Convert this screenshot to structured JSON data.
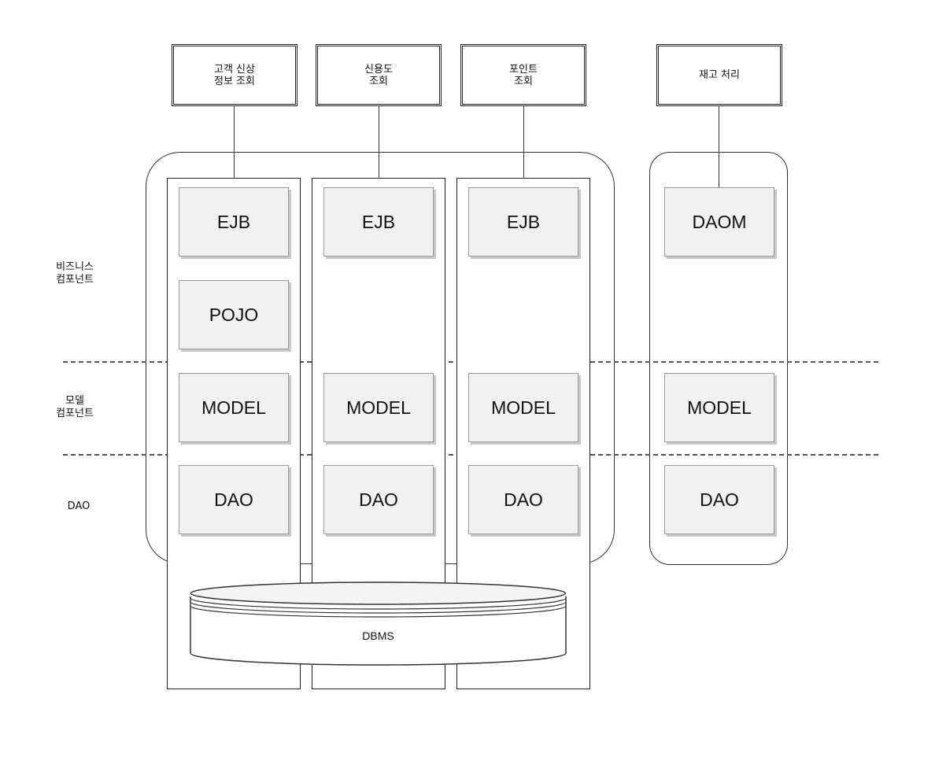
{
  "entries": [
    {
      "label": "고객 신상\n정보 조회"
    },
    {
      "label": "신용도\n조회"
    },
    {
      "label": "포인트\n조회"
    },
    {
      "label": "재고 처리"
    }
  ],
  "layers": {
    "business": "비즈니스\n컴포넌트",
    "model": "모델\n컴포넌트",
    "dao": "DAO"
  },
  "columns": [
    {
      "components": [
        "EJB",
        "POJO",
        "MODEL",
        "DAO"
      ]
    },
    {
      "components": [
        "EJB",
        "MODEL",
        "DAO"
      ]
    },
    {
      "components": [
        "EJB",
        "MODEL",
        "DAO"
      ]
    },
    {
      "components": [
        "DAOM",
        "MODEL",
        "DAO"
      ]
    }
  ],
  "database": {
    "label": "DBMS"
  }
}
